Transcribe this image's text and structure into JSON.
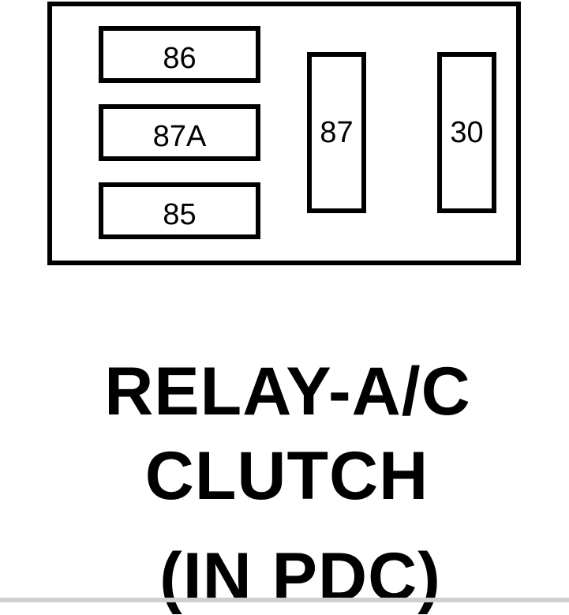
{
  "relay": {
    "pins": {
      "pin_86": "86",
      "pin_87a": "87A",
      "pin_85": "85",
      "pin_87": "87",
      "pin_30": "30"
    }
  },
  "caption": {
    "line1": "RELAY-A/C",
    "line2": "CLUTCH",
    "line3": "(IN PDC)"
  },
  "colors": {
    "stroke": "#000000",
    "background": "#ffffff"
  }
}
